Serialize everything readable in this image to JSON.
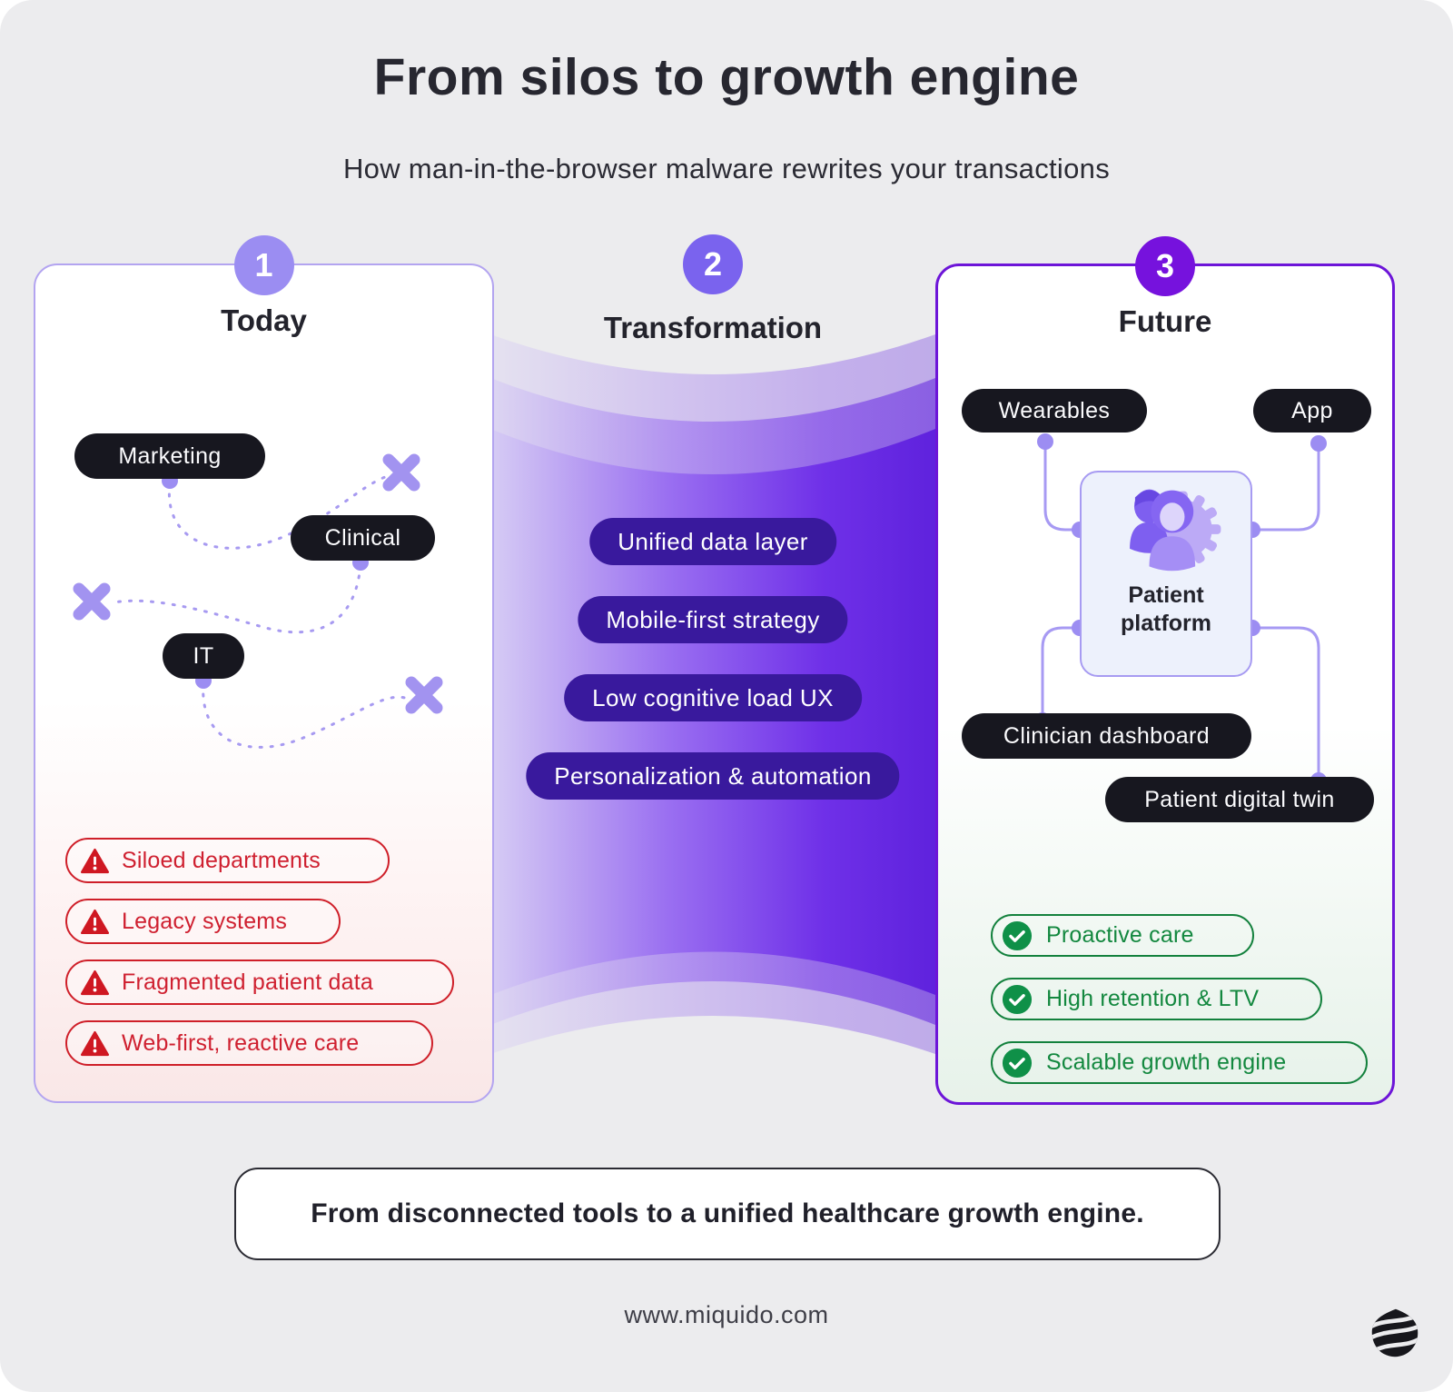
{
  "header": {
    "title": "From silos to growth engine",
    "subtitle": "How man-in-the-browser malware rewrites your transactions"
  },
  "today": {
    "badge": "1",
    "title": "Today",
    "departments": [
      "Marketing",
      "Clinical",
      "IT"
    ],
    "problems": [
      "Siloed departments",
      "Legacy systems",
      "Fragmented patient data",
      "Web-first, reactive care"
    ]
  },
  "transformation": {
    "badge": "2",
    "title": "Transformation",
    "steps": [
      "Unified data layer",
      "Mobile-first strategy",
      "Low cognitive load UX",
      "Personalization & automation"
    ]
  },
  "future": {
    "badge": "3",
    "title": "Future",
    "wearables": "Wearables",
    "app": "App",
    "platform": "Patient platform",
    "clinician": "Clinician dashboard",
    "twin": "Patient digital twin",
    "benefits": [
      "Proactive care",
      "High retention & LTV",
      "Scalable growth engine"
    ]
  },
  "footer": {
    "summary": "From disconnected tools to a unified healthcare growth engine.",
    "website": "www.miquido.com"
  },
  "colors": {
    "badge_light": "#9b8df2",
    "badge_mid": "#7a63ee",
    "badge_deep": "#7612dd",
    "dark_pill": "#17171f",
    "mid_pill": "#39199d",
    "alert_red": "#cf2030",
    "success_green": "#0f8a45",
    "funnel_left": "#d6ccf4",
    "funnel_right": "#5f22dd"
  }
}
